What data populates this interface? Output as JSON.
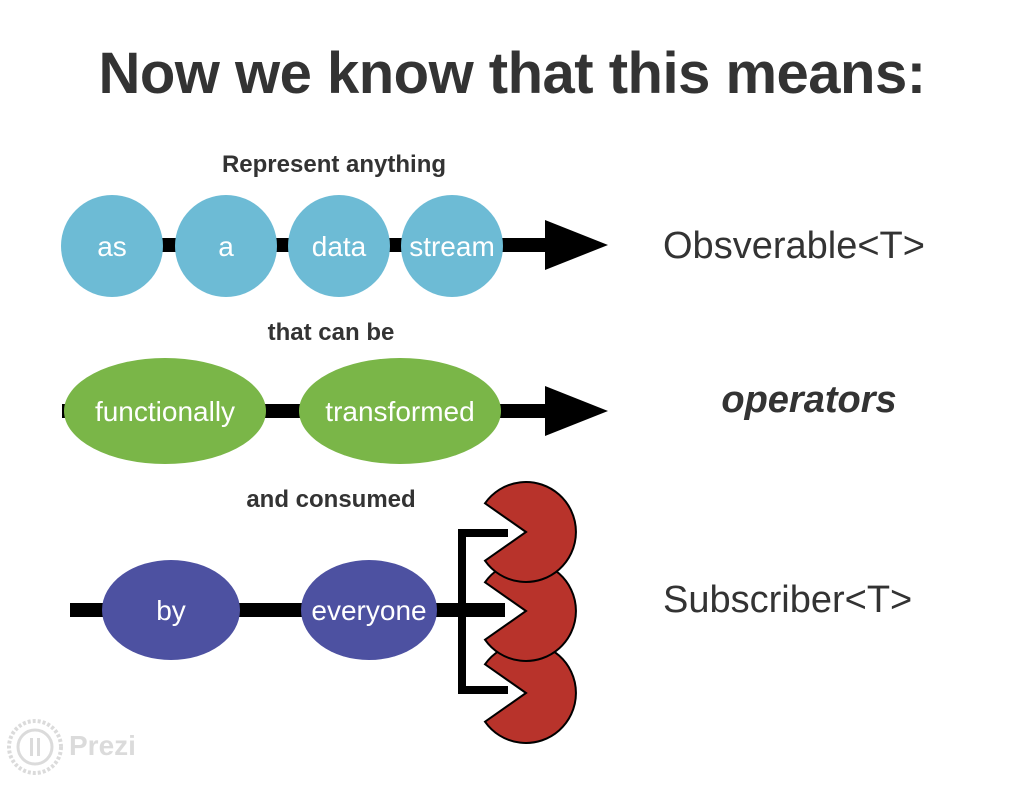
{
  "title": "Now we know that this means:",
  "rows": [
    {
      "caption": "Represent anything",
      "bubbles": [
        "as",
        "a",
        "data",
        "stream"
      ],
      "label": "Obsverable<T>",
      "color": "#6dbbd5"
    },
    {
      "caption": "that can be",
      "bubbles": [
        "functionally",
        "transformed"
      ],
      "label": "operators",
      "color": "#7ab648"
    },
    {
      "caption": "and consumed",
      "bubbles": [
        "by",
        "everyone"
      ],
      "label": "Subscriber<T>",
      "color": "#4d51a1"
    }
  ],
  "consumer_color": "#b8332b",
  "watermark": {
    "text": "Prezi",
    "icon": "prezi-logo-icon"
  }
}
